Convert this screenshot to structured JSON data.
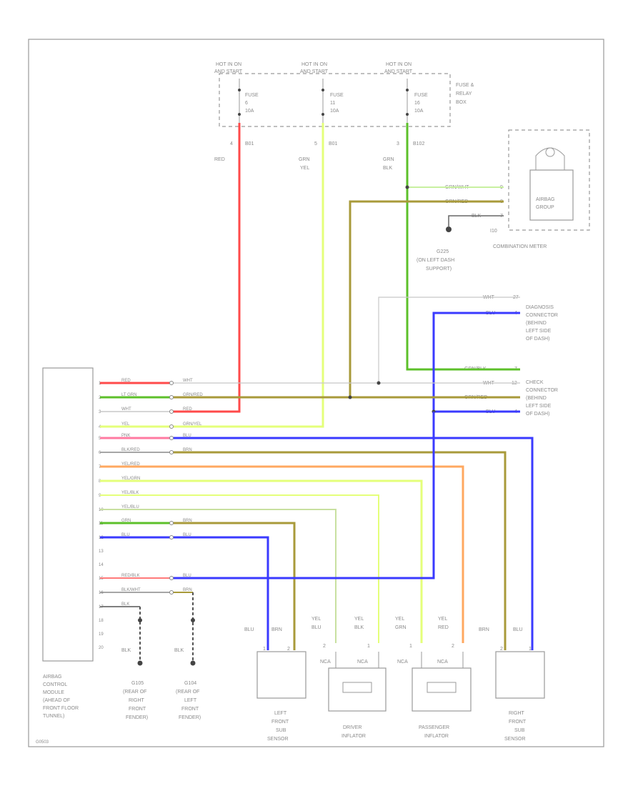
{
  "figure_id": "G0503",
  "fuse_box": {
    "supply_label_1": "HOT IN ON",
    "supply_label_2": "AND START",
    "fuses": [
      {
        "name": "FUSE",
        "num": "6",
        "amp": "10A",
        "pin": "4",
        "conn": "B01",
        "wire": [
          "RED"
        ]
      },
      {
        "name": "FUSE",
        "num": "11",
        "amp": "10A",
        "pin": "5",
        "conn": "B01",
        "wire": [
          "GRN",
          "YEL"
        ]
      },
      {
        "name": "FUSE",
        "num": "16",
        "amp": "10A",
        "pin": "3",
        "conn": "B102",
        "wire": [
          "GRN",
          "BLK"
        ]
      }
    ],
    "box_label": [
      "FUSE &",
      "RELAY",
      "BOX"
    ]
  },
  "meter": {
    "label": "COMBINATION METER",
    "lamp_label": [
      "AIRBAG",
      "GROUP"
    ],
    "conn": "I10",
    "pins": [
      "9",
      "8",
      "7"
    ],
    "wires": [
      "GRN/WHT",
      "GRN/RED",
      "BLK"
    ]
  },
  "ground_g225": [
    "G225",
    "(ON LEFT DASH",
    "SUPPORT)"
  ],
  "diag_conn": {
    "label": [
      "DIAGNOSIS",
      "CONNECTOR",
      "(BEHIND",
      "LEFT SIDE",
      "OF DASH)"
    ],
    "pins": [
      "27",
      "4",
      "7"
    ],
    "wires": [
      "WHT",
      "BLU",
      "GRN/BLK"
    ]
  },
  "check_conn": {
    "label": [
      "CHECK",
      "CONNECTOR",
      "(BEHIND",
      "LEFT SIDE",
      "OF DASH)"
    ],
    "pins": [
      "12",
      "4"
    ],
    "wires": [
      "WHT",
      "GRN/RED",
      "BLU"
    ]
  },
  "module": {
    "label": [
      "AIRBAG",
      "CONTROL",
      "MODULE",
      "(AHEAD OF",
      "FRONT FLOOR",
      "TUNNEL)"
    ],
    "pins": [
      "1",
      "2",
      "3",
      "4",
      "5",
      "6",
      "7",
      "8",
      "9",
      "10",
      "11",
      "12",
      "13",
      "14",
      "15",
      "16",
      "17",
      "18",
      "19",
      "20"
    ],
    "left_wires": [
      "RED",
      "LT GRN",
      "WHT",
      "YEL",
      "PNK",
      "BLK/RED",
      "YEL/RED",
      "YEL/GRN",
      "YEL/BLK",
      "YEL/BLU",
      "GRN",
      "BLU",
      "",
      "",
      "RED/BLK",
      "BLK/WHT",
      "BLK",
      "",
      "",
      ""
    ],
    "right_wires": [
      "WHT",
      "GRN/RED",
      "RED",
      "GRN/YEL",
      "BLU",
      "BRN",
      "",
      "",
      "",
      "",
      "BRN",
      "BLU",
      "",
      "",
      "BLU",
      "BRN"
    ]
  },
  "grounds": [
    {
      "wire": "BLK",
      "label": [
        "G105",
        "(REAR OF",
        "RIGHT",
        "FRONT",
        "FENDER)"
      ]
    },
    {
      "wire": "BLK",
      "label": [
        "G104",
        "(REAR OF",
        "LEFT",
        "FRONT",
        "FENDER)"
      ]
    }
  ],
  "sensors": [
    {
      "label": [
        "LEFT",
        "FRONT",
        "SUB",
        "SENSOR"
      ],
      "wires": [
        "BLU",
        "BRN"
      ],
      "pins": [
        "1",
        "2"
      ]
    },
    {
      "label": [
        "RIGHT",
        "FRONT",
        "SUB",
        "SENSOR"
      ],
      "wires": [
        "BRN",
        "BLU"
      ],
      "pins": [
        "2",
        "1"
      ]
    }
  ],
  "inflators": [
    {
      "label": [
        "DRIVER",
        "INFLATOR"
      ],
      "wires": [
        [
          "YEL",
          "BLU"
        ],
        [
          "YEL",
          "BLK"
        ]
      ],
      "pins": [
        "2",
        "1"
      ],
      "nca": "NCA"
    },
    {
      "label": [
        "PASSENGER",
        "INFLATOR"
      ],
      "wires": [
        [
          "YEL",
          "GRN"
        ],
        [
          "YEL",
          "RED"
        ]
      ],
      "pins": [
        "1",
        "2"
      ],
      "nca": "NCA"
    }
  ],
  "colors": {
    "red": "#ff4a4a",
    "yellow_green": "#e4ff7a",
    "green": "#5cc02a",
    "olive": "#a89a3a",
    "blue": "#3a3aff",
    "orange": "#ffa860",
    "pale_green": "#c8f0a0",
    "gray": "#b8b8b8",
    "dark": "#444444"
  }
}
